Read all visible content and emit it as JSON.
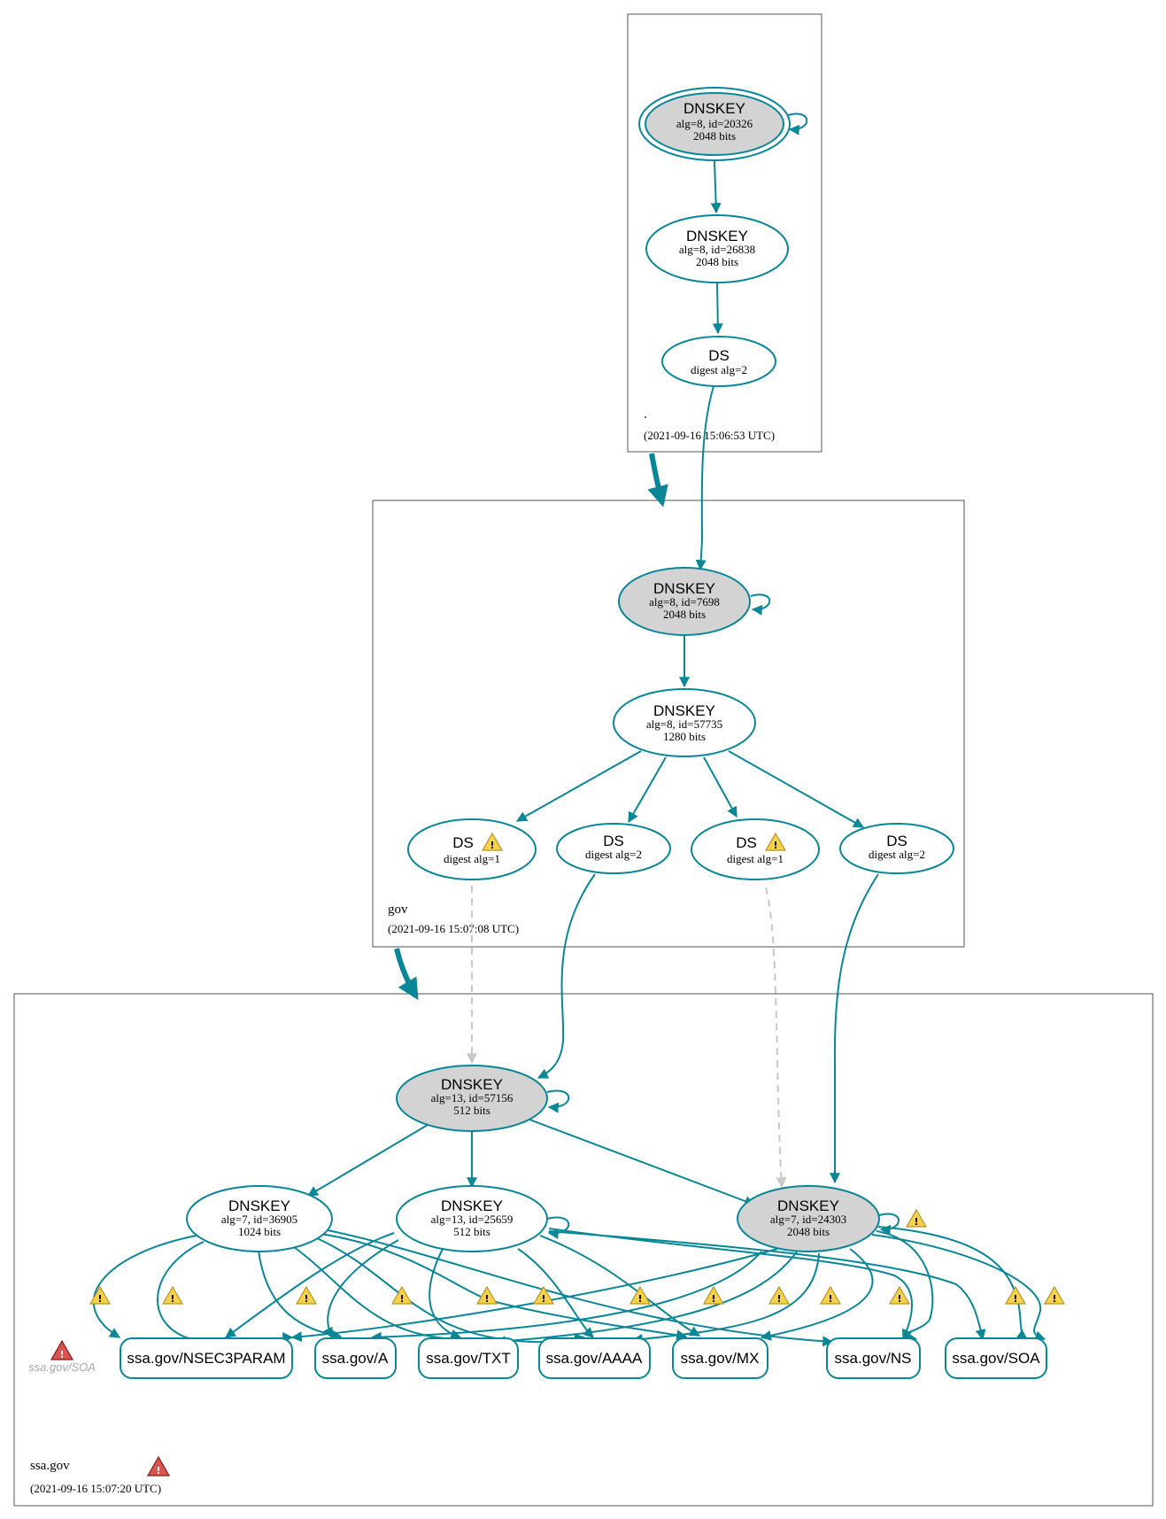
{
  "colors": {
    "edge": "#0a8796",
    "dashed_edge": "#c8c8c8",
    "sep_fill": "#d3d3d3",
    "warning": "#f5d24a",
    "error": "#d9534f"
  },
  "zones": {
    "root": {
      "name": ".",
      "timestamp": "(2021-09-16 15:06:53 UTC)"
    },
    "gov": {
      "name": "gov",
      "timestamp": "(2021-09-16 15:07:08 UTC)"
    },
    "ssa": {
      "name": "ssa.gov",
      "timestamp": "(2021-09-16 15:07:20 UTC)"
    }
  },
  "nodes": {
    "root_ksk": {
      "title": "DNSKEY",
      "detail": "alg=8, id=20326",
      "bits": "2048 bits"
    },
    "root_zsk": {
      "title": "DNSKEY",
      "detail": "alg=8, id=26838",
      "bits": "2048 bits"
    },
    "root_ds": {
      "title": "DS",
      "detail": "digest alg=2"
    },
    "gov_ksk": {
      "title": "DNSKEY",
      "detail": "alg=8, id=7698",
      "bits": "2048 bits"
    },
    "gov_zsk": {
      "title": "DNSKEY",
      "detail": "alg=8, id=57735",
      "bits": "1280 bits"
    },
    "gov_ds1": {
      "title": "DS",
      "detail": "digest alg=1",
      "warning": true
    },
    "gov_ds2": {
      "title": "DS",
      "detail": "digest alg=2"
    },
    "gov_ds3": {
      "title": "DS",
      "detail": "digest alg=1",
      "warning": true
    },
    "gov_ds4": {
      "title": "DS",
      "detail": "digest alg=2"
    },
    "ssa_ksk": {
      "title": "DNSKEY",
      "detail": "alg=13, id=57156",
      "bits": "512 bits"
    },
    "ssa_k1": {
      "title": "DNSKEY",
      "detail": "alg=7, id=36905",
      "bits": "1024 bits"
    },
    "ssa_k2": {
      "title": "DNSKEY",
      "detail": "alg=13, id=25659",
      "bits": "512 bits"
    },
    "ssa_k3": {
      "title": "DNSKEY",
      "detail": "alg=7, id=24303",
      "bits": "2048 bits",
      "warning": true
    }
  },
  "rrsets": [
    "ssa.gov/NSEC3PARAM",
    "ssa.gov/A",
    "ssa.gov/TXT",
    "ssa.gov/AAAA",
    "ssa.gov/MX",
    "ssa.gov/NS",
    "ssa.gov/SOA"
  ],
  "missing_rrset": {
    "label": "ssa.gov/SOA",
    "status": "error"
  },
  "edge_warnings": 13,
  "icons": {
    "warning": "warning-triangle-icon",
    "error": "error-triangle-icon"
  }
}
